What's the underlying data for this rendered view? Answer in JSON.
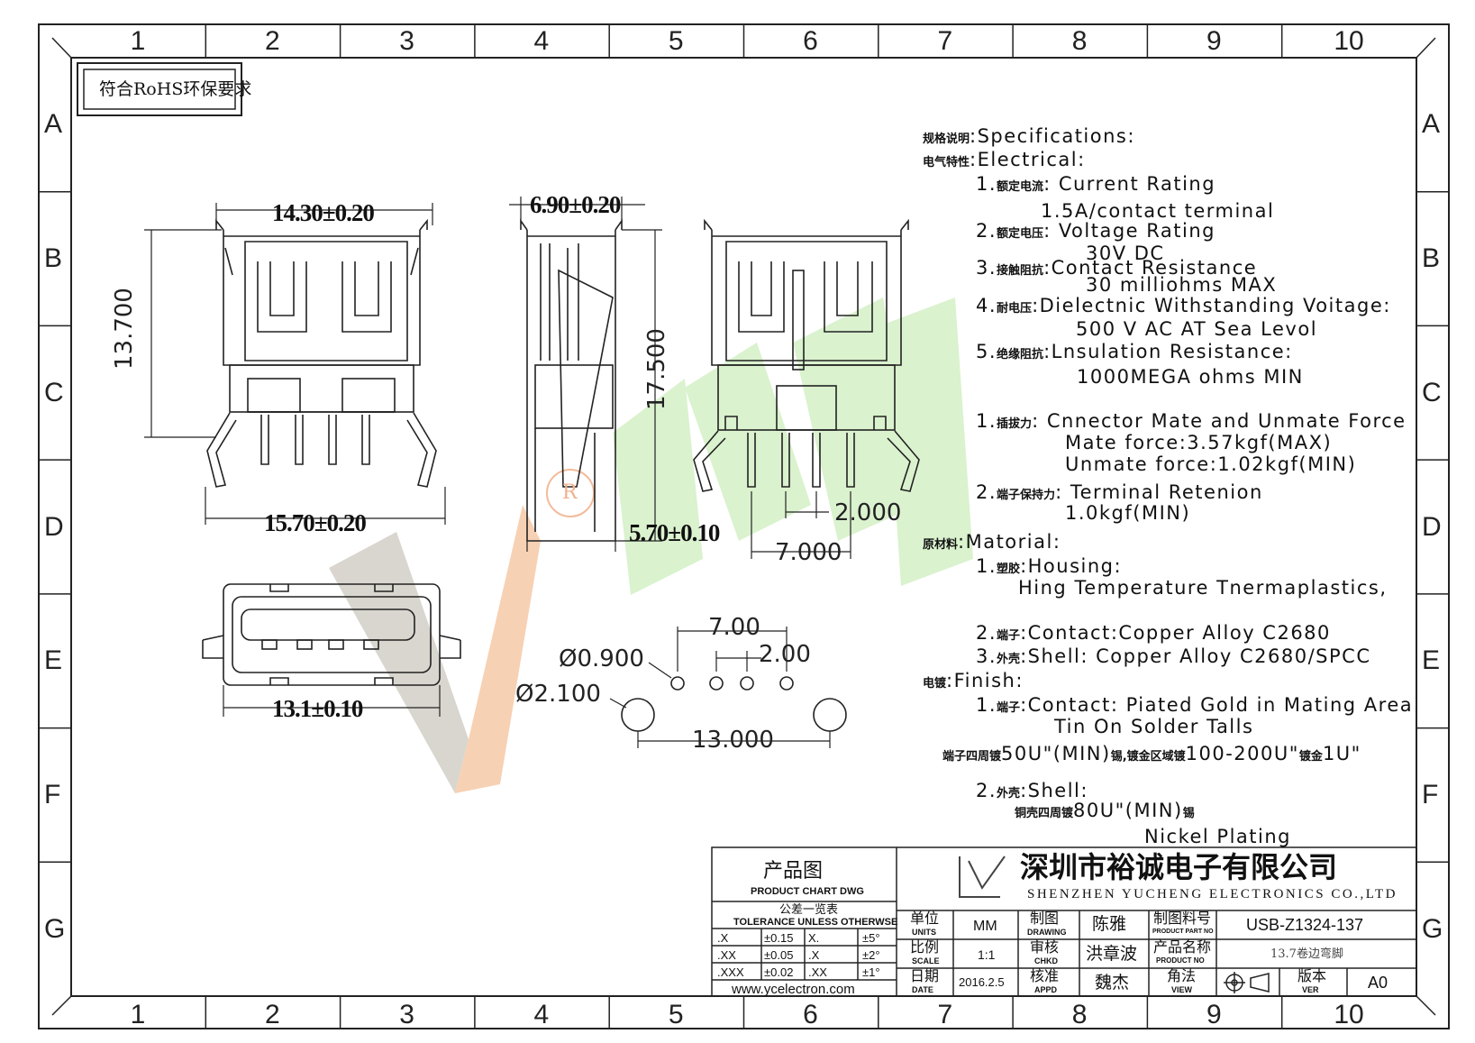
{
  "grid": {
    "cols": [
      "1",
      "2",
      "3",
      "4",
      "5",
      "6",
      "7",
      "8",
      "9",
      "10"
    ],
    "rows": [
      "A",
      "B",
      "C",
      "D",
      "E",
      "F",
      "G"
    ]
  },
  "rohs_label": "符合RoHS环保要求",
  "dimensions": {
    "front_width": "14.30±0.20",
    "front_height": "13.700",
    "front_base_width": "15.70±0.20",
    "side_top": "6.90±0.20",
    "side_height": "17.500",
    "side_base": "5.70±0.10",
    "rear_pitch": "2.000",
    "rear_span": "7.000",
    "bottom_width": "13.1±0.10",
    "hole_pitch_top": "7.00",
    "hole_pitch_small": "2.00",
    "hole_small_dia": "Ø0.900",
    "hole_large_dia": "Ø2.100",
    "hole_large_span": "13.000"
  },
  "watermark_mark": "R",
  "specs": [
    {
      "cn": "规格说明",
      "text": ":Specifications:"
    },
    {
      "cn": "电气特性",
      "text": ":Electrical:"
    },
    {
      "pre": "1.",
      "cn": "额定电流",
      "text": ": Current Rating"
    },
    {
      "text": "1.5A/contact terminal"
    },
    {
      "pre": "2.",
      "cn": "额定电压",
      "text": ": Voltage Rating"
    },
    {
      "text": "30V DC"
    },
    {
      "pre": "3.",
      "cn": "接触阻抗",
      "text": ":Contact Resistance"
    },
    {
      "text": "30 milliohms MAX"
    },
    {
      "pre": "4.",
      "cn": "耐电压",
      "text": ":Dielectnic Withstanding Voitage:"
    },
    {
      "text": "500 V AC AT Sea Levol"
    },
    {
      "pre": "5.",
      "cn": "绝缘阻抗",
      "text": ":Lnsulation Resistance:"
    },
    {
      "text": "1000MEGA ohms MIN"
    },
    {
      "pre": "1.",
      "cn": "插拔力",
      "text": ": Cnnector Mate and Unmate Force"
    },
    {
      "text": "Mate force:3.57kgf(MAX)"
    },
    {
      "text": "Unmate force:1.02kgf(MIN)"
    },
    {
      "pre": "2.",
      "cn": "端子保持力",
      "text": ": Terminal Retenion"
    },
    {
      "text": "1.0kgf(MIN)"
    },
    {
      "cn": "原材料",
      "text": ":Matorial:"
    },
    {
      "pre": "1.",
      "cn": "塑胶",
      "text": ":Housing:"
    },
    {
      "text": "Hing Temperature  Tnermaplastics,"
    },
    {
      "pre": "2.",
      "cn": "端子",
      "text": ":Contact:Copper Alloy C2680"
    },
    {
      "pre": "3.",
      "cn": "外壳",
      "text": ":Shell: Copper Alloy C2680/SPCC"
    },
    {
      "cn": "电镀",
      "text": ":Finish:"
    },
    {
      "pre": "1.",
      "cn": "端子",
      "text": ":Contact: Piated Gold in Mating Area"
    },
    {
      "text": "Tin On Solder Talls"
    },
    {
      "cn": "端子四周镀",
      "text": "50U\"(MIN)",
      "cn2": "锡,镀金区域镀",
      "text2": "100-200U\"",
      "cn3": "镀金",
      "text3": "1U\""
    },
    {
      "pre": "2.",
      "cn": "外壳",
      "text": ":Shell:"
    },
    {
      "cn": "铜壳四周镀",
      "text": "80U\"(MIN)",
      "cn2": "锡"
    },
    {
      "text": "Nickel Plating"
    }
  ],
  "title_block": {
    "company_cn": "深圳市裕诚电子有限公司",
    "company_en": "SHENZHEN YUCHENG ELECTRONICS CO.,LTD",
    "product_chart_cn": "产品图",
    "product_chart_en": "PRODUCT CHART DWG",
    "tolerance_cn": "公差一览表",
    "tolerance_en": "TOLERANCE UNLESS OTHERWSE",
    "tolerances": [
      [
        ".X",
        "±0.15",
        "X.",
        "±5°"
      ],
      [
        ".XX",
        "±0.05",
        ".X",
        "±2°"
      ],
      [
        ".XXX",
        "±0.02",
        ".XX",
        "±1°"
      ]
    ],
    "website": "www.ycelectron.com",
    "units_cn": "单位",
    "units_en": "UNITS",
    "units_val": "MM",
    "drawing_cn": "制图",
    "drawing_en": "DRAWING",
    "drawing_val": "陈雅",
    "part_no_cn": "制图料号",
    "part_no_en": "PRODUCT PART NO",
    "part_no_val": "USB-Z1324-137",
    "scale_cn": "比例",
    "scale_en": "SCALE",
    "scale_val": "1:1",
    "chkd_cn": "审核",
    "chkd_en": "CHKD",
    "chkd_val": "洪章波",
    "pname_cn": "产品名称",
    "pname_en": "PRODUCT NO",
    "pname_val": "13.7卷边弯脚",
    "date_cn": "日期",
    "date_en": "DATE",
    "date_val": "2016.2.5",
    "appd_cn": "核准",
    "appd_en": "APPD",
    "appd_val": "魏杰",
    "view_cn": "角法",
    "view_en": "VIEW",
    "ver_cn": "版本",
    "ver_en": "VER",
    "ver_val": "A0"
  }
}
